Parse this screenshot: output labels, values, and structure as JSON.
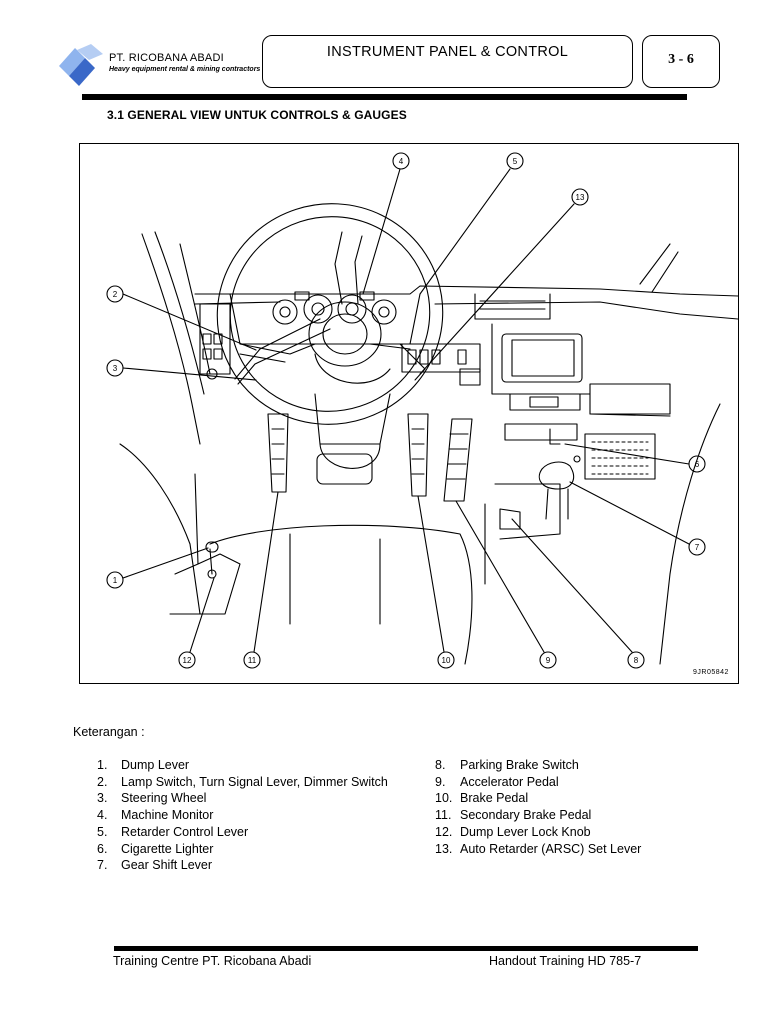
{
  "header": {
    "company_name": "PT. RICOBANA ABADI",
    "company_tagline": "Heavy equipment rental & mining contractors",
    "document_title": "INSTRUMENT PANEL & CONTROL",
    "page_number": "3 - 6"
  },
  "section": {
    "title": "3.1  GENERAL VIEW UNTUK CONTROLS & GAUGES"
  },
  "figure": {
    "code": "9JR05842",
    "callouts": [
      "1",
      "2",
      "3",
      "4",
      "5",
      "6",
      "7",
      "8",
      "9",
      "10",
      "11",
      "12",
      "13"
    ]
  },
  "legend": {
    "heading": "Keterangan :",
    "items": [
      {
        "num": "1.",
        "label": "Dump Lever"
      },
      {
        "num": "2.",
        "label": "Lamp Switch, Turn Signal Lever, Dimmer Switch"
      },
      {
        "num": "3.",
        "label": "Steering Wheel"
      },
      {
        "num": "4.",
        "label": "Machine Monitor"
      },
      {
        "num": "5.",
        "label": "Retarder Control Lever"
      },
      {
        "num": "6.",
        "label": "Cigarette Lighter"
      },
      {
        "num": "7.",
        "label": "Gear Shift Lever"
      },
      {
        "num": "8.",
        "label": "Parking Brake Switch"
      },
      {
        "num": "9.",
        "label": "Accelerator Pedal"
      },
      {
        "num": "10.",
        "label": "Brake Pedal"
      },
      {
        "num": "11.",
        "label": "Secondary Brake Pedal"
      },
      {
        "num": "12.",
        "label": "Dump Lever Lock Knob"
      },
      {
        "num": "13.",
        "label": "Auto Retarder (ARSC) Set Lever"
      }
    ]
  },
  "footer": {
    "left": "Training Centre PT. Ricobana Abadi",
    "right": "Handout Training HD 785-7"
  },
  "colors": {
    "logo_light": "#8fb4ee",
    "logo_dark": "#3a68c8",
    "ink": "#000000"
  }
}
